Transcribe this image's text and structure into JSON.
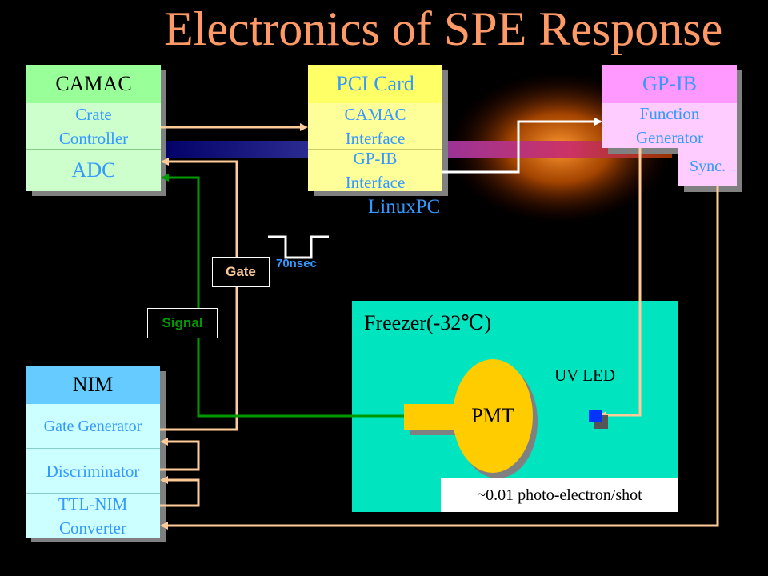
{
  "title": "Electronics of SPE Response",
  "camac": {
    "header": "CAMAC",
    "crate_controller": "Crate\nController",
    "adc": "ADC"
  },
  "pci": {
    "header": "PCI Card",
    "camac_interface": "CAMAC\nInterface",
    "gpib_interface": "GP-IB\nInterface",
    "caption": "LinuxPC"
  },
  "gpib": {
    "header": "GP-IB",
    "function_generator": "Function\nGenerator",
    "sync": "Sync."
  },
  "labels": {
    "gate": "Gate",
    "signal": "Signal",
    "pulse_width": "70nsec"
  },
  "freezer": {
    "title": "Freezer(-32℃)",
    "pmt": "PMT",
    "uv_led": "UV LED",
    "rate": "~0.01 photo-electron/shot"
  },
  "nim": {
    "header": "NIM",
    "gate_generator": "Gate Generator",
    "discriminator": "Discriminator",
    "ttl_nim": "TTL-NIM\nConverter"
  },
  "colors": {
    "background": "#000000",
    "title": "#FF9966",
    "camac_header": "#99FF99",
    "camac_body": "#CCFFCC",
    "pci_header": "#FFFF66",
    "pci_body": "#FFFF99",
    "gpib_header": "#FF99FF",
    "gpib_body": "#FFCCFF",
    "nim_header": "#66CCFF",
    "nim_body": "#CCFFFF",
    "freezer": "#00E5C0",
    "pmt": "#FFCC00",
    "wire_orange": "#FFCC99",
    "wire_green": "#009900",
    "label_blue": "#3399FF",
    "sky_text": "#33CCFF"
  }
}
